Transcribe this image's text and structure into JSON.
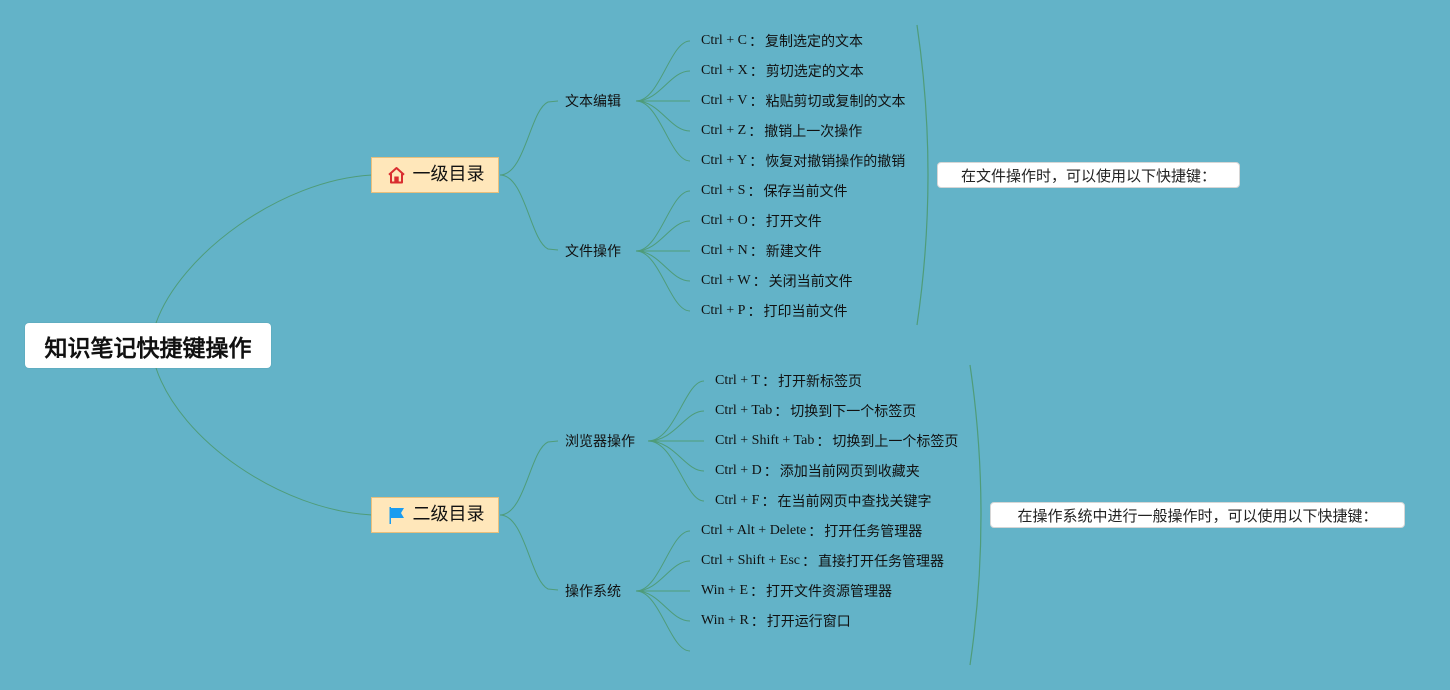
{
  "mindmap": {
    "root": "知识笔记快捷键操作",
    "colors": {
      "background": "#63b3c8",
      "connector": "#4f9c79",
      "level1_fill": "#ffe7ba",
      "level1_border": "#e9bf7b",
      "home_icon": "#d92d2f",
      "flag_icon": "#1a9cf0"
    },
    "branches": [
      {
        "label": "一级目录",
        "icon": "home-icon",
        "summary": "在文件操作时，可以使用以下快捷键：",
        "children": [
          {
            "label": "文本编辑",
            "items": [
              {
                "shortcut": "Ctrl + C",
                "desc": "复制选定的文本"
              },
              {
                "shortcut": "Ctrl + X",
                "desc": "剪切选定的文本"
              },
              {
                "shortcut": "Ctrl + V",
                "desc": "粘贴剪切或复制的文本"
              },
              {
                "shortcut": "Ctrl + Z",
                "desc": "撤销上一次操作"
              },
              {
                "shortcut": "Ctrl + Y",
                "desc": "恢复对撤销操作的撤销"
              }
            ]
          },
          {
            "label": "文件操作",
            "items": [
              {
                "shortcut": "Ctrl + S",
                "desc": "保存当前文件"
              },
              {
                "shortcut": "Ctrl + O",
                "desc": "打开文件"
              },
              {
                "shortcut": "Ctrl + N",
                "desc": "新建文件"
              },
              {
                "shortcut": "Ctrl + W",
                "desc": "关闭当前文件"
              },
              {
                "shortcut": "Ctrl + P",
                "desc": "打印当前文件"
              }
            ]
          }
        ]
      },
      {
        "label": "二级目录",
        "icon": "flag-icon",
        "summary": "在操作系统中进行一般操作时，可以使用以下快捷键：",
        "children": [
          {
            "label": "浏览器操作",
            "items": [
              {
                "shortcut": "Ctrl + T",
                "desc": "打开新标签页"
              },
              {
                "shortcut": "Ctrl + Tab",
                "desc": "切换到下一个标签页"
              },
              {
                "shortcut": "Ctrl + Shift + Tab",
                "desc": "切换到上一个标签页"
              },
              {
                "shortcut": "Ctrl + D",
                "desc": "添加当前网页到收藏夹"
              },
              {
                "shortcut": "Ctrl + F",
                "desc": "在当前网页中查找关键字"
              }
            ]
          },
          {
            "label": "操作系统",
            "items": [
              {
                "shortcut": "Ctrl + Alt + Delete",
                "desc": "打开任务管理器"
              },
              {
                "shortcut": "Ctrl + Shift + Esc",
                "desc": "直接打开任务管理器"
              },
              {
                "shortcut": "Win + E",
                "desc": "打开文件资源管理器"
              },
              {
                "shortcut": "Win + R",
                "desc": "打开运行窗口"
              }
            ]
          }
        ]
      }
    ],
    "separator": "："
  }
}
